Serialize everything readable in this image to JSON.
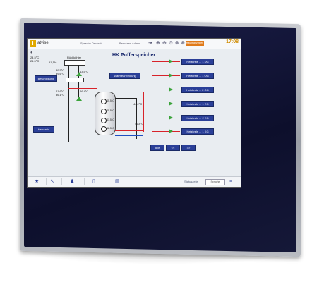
{
  "header": {
    "brand": "atvise",
    "link_language": "Sprache Deutsch",
    "link_user": "Benutzer: Admin",
    "orange_button": "Haupt anzeigen",
    "clock": "17:08",
    "date": "",
    "icons": [
      "login-icon",
      "zoom-in-icon",
      "zoom-out-icon",
      "zoom-fit-icon",
      "zoom-reset-icon",
      "zoom-area-icon"
    ]
  },
  "main": {
    "title": "HK Pufferspeicher",
    "outdoor_temp_1": "24.5°C",
    "outdoor_temp_2": "24.5°C",
    "cooler_label": "Rückkühler",
    "cooler_value": "51,1%",
    "left_temps": [
      "39.5°C",
      "39.6°C"
    ],
    "left_temps_2": [
      "41.6°C",
      "36.1°C"
    ],
    "right_temp_top": "43.5°C",
    "right_temp_mid": "46.4°C",
    "btn_beschickung": "Beschickung",
    "btn_waermeanbindung": "Wärmeanbindung",
    "btn_heizkreis": "Heizkreis",
    "tank_temps": [
      "45.5°C",
      "45.5°C",
      "41.5°C",
      "42.5°C"
    ],
    "pipe_temp_1": "44.2°C",
    "pipe_temp_2": "46.8°C",
    "circuits": [
      "Heizkreis ... 1 DG",
      "Heizkreis ... 1 OG",
      "Heizkreis ... 2 OG",
      "Heizkreis ... 1 EG",
      "Heizkreis ... 2 EG",
      "Heizkreis ... 1 KG"
    ],
    "nav_buttons": [
      "Alle",
      "<<",
      ">>"
    ]
  },
  "footer": {
    "icons": [
      "star-icon",
      "cursor-icon",
      "user-icon",
      "document-icon",
      "chart-icon"
    ],
    "status_text": "Statuszeile",
    "box_text": "Sprache",
    "menu_icon": "menu-icon"
  },
  "colors": {
    "bezel": "#0d0f2c",
    "frame": "#9a9ea6",
    "accent_orange": "#e07a1a",
    "hot_pipe": "#d8232a",
    "cold_pipe": "#1f4fc0",
    "pump": "#3aa33a",
    "button_blue": "#2a3f98"
  }
}
